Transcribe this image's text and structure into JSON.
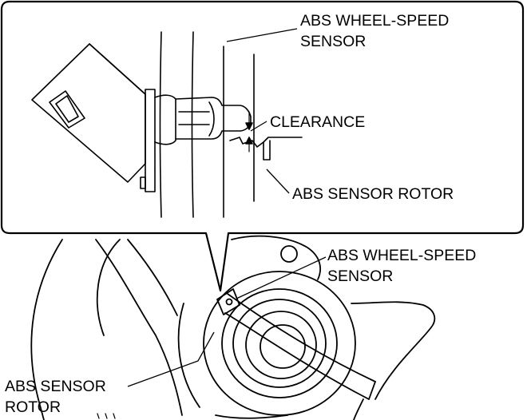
{
  "labels": {
    "top_sensor_line1": "ABS WHEEL-SPEED",
    "top_sensor_line2": "SENSOR",
    "clearance": "CLEARANCE",
    "top_rotor": "ABS SENSOR ROTOR",
    "bottom_sensor_line1": "ABS WHEEL-SPEED",
    "bottom_sensor_line2": "SENSOR",
    "bottom_rotor_line1": "ABS SENSOR",
    "bottom_rotor_line2": "ROTOR"
  },
  "colors": {
    "ink": "#000000",
    "paper": "#ffffff"
  }
}
